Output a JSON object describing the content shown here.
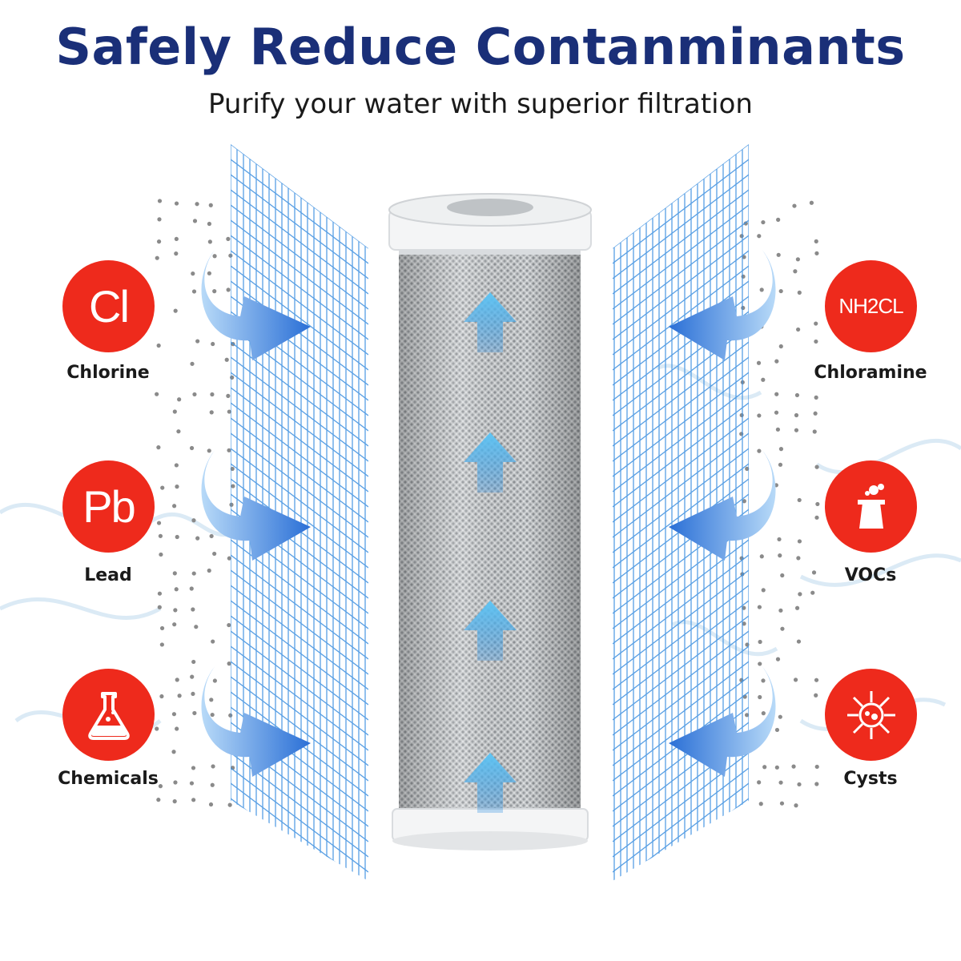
{
  "header": {
    "title": "Safely Reduce Contanminants",
    "subtitle": "Purify your water with superior filtration"
  },
  "contaminants": [
    {
      "symbol": "Cl",
      "label": "Chlorine",
      "icon": "chlorine-symbol"
    },
    {
      "symbol": "Pb",
      "label": "Lead",
      "icon": "lead-symbol"
    },
    {
      "symbol": "",
      "label": "Chemicals",
      "icon": "flask-icon"
    },
    {
      "symbol": "NH2CL",
      "label": "Chloramine",
      "icon": "chloramine-symbol"
    },
    {
      "symbol": "",
      "label": "VOCs",
      "icon": "factory-icon"
    },
    {
      "symbol": "",
      "label": "Cysts",
      "icon": "cyst-icon"
    }
  ],
  "colors": {
    "title": "#1a2f78",
    "badge": "#ee2a1c",
    "mesh": "#3b8fe0",
    "arrow": "#2d7fe0"
  }
}
